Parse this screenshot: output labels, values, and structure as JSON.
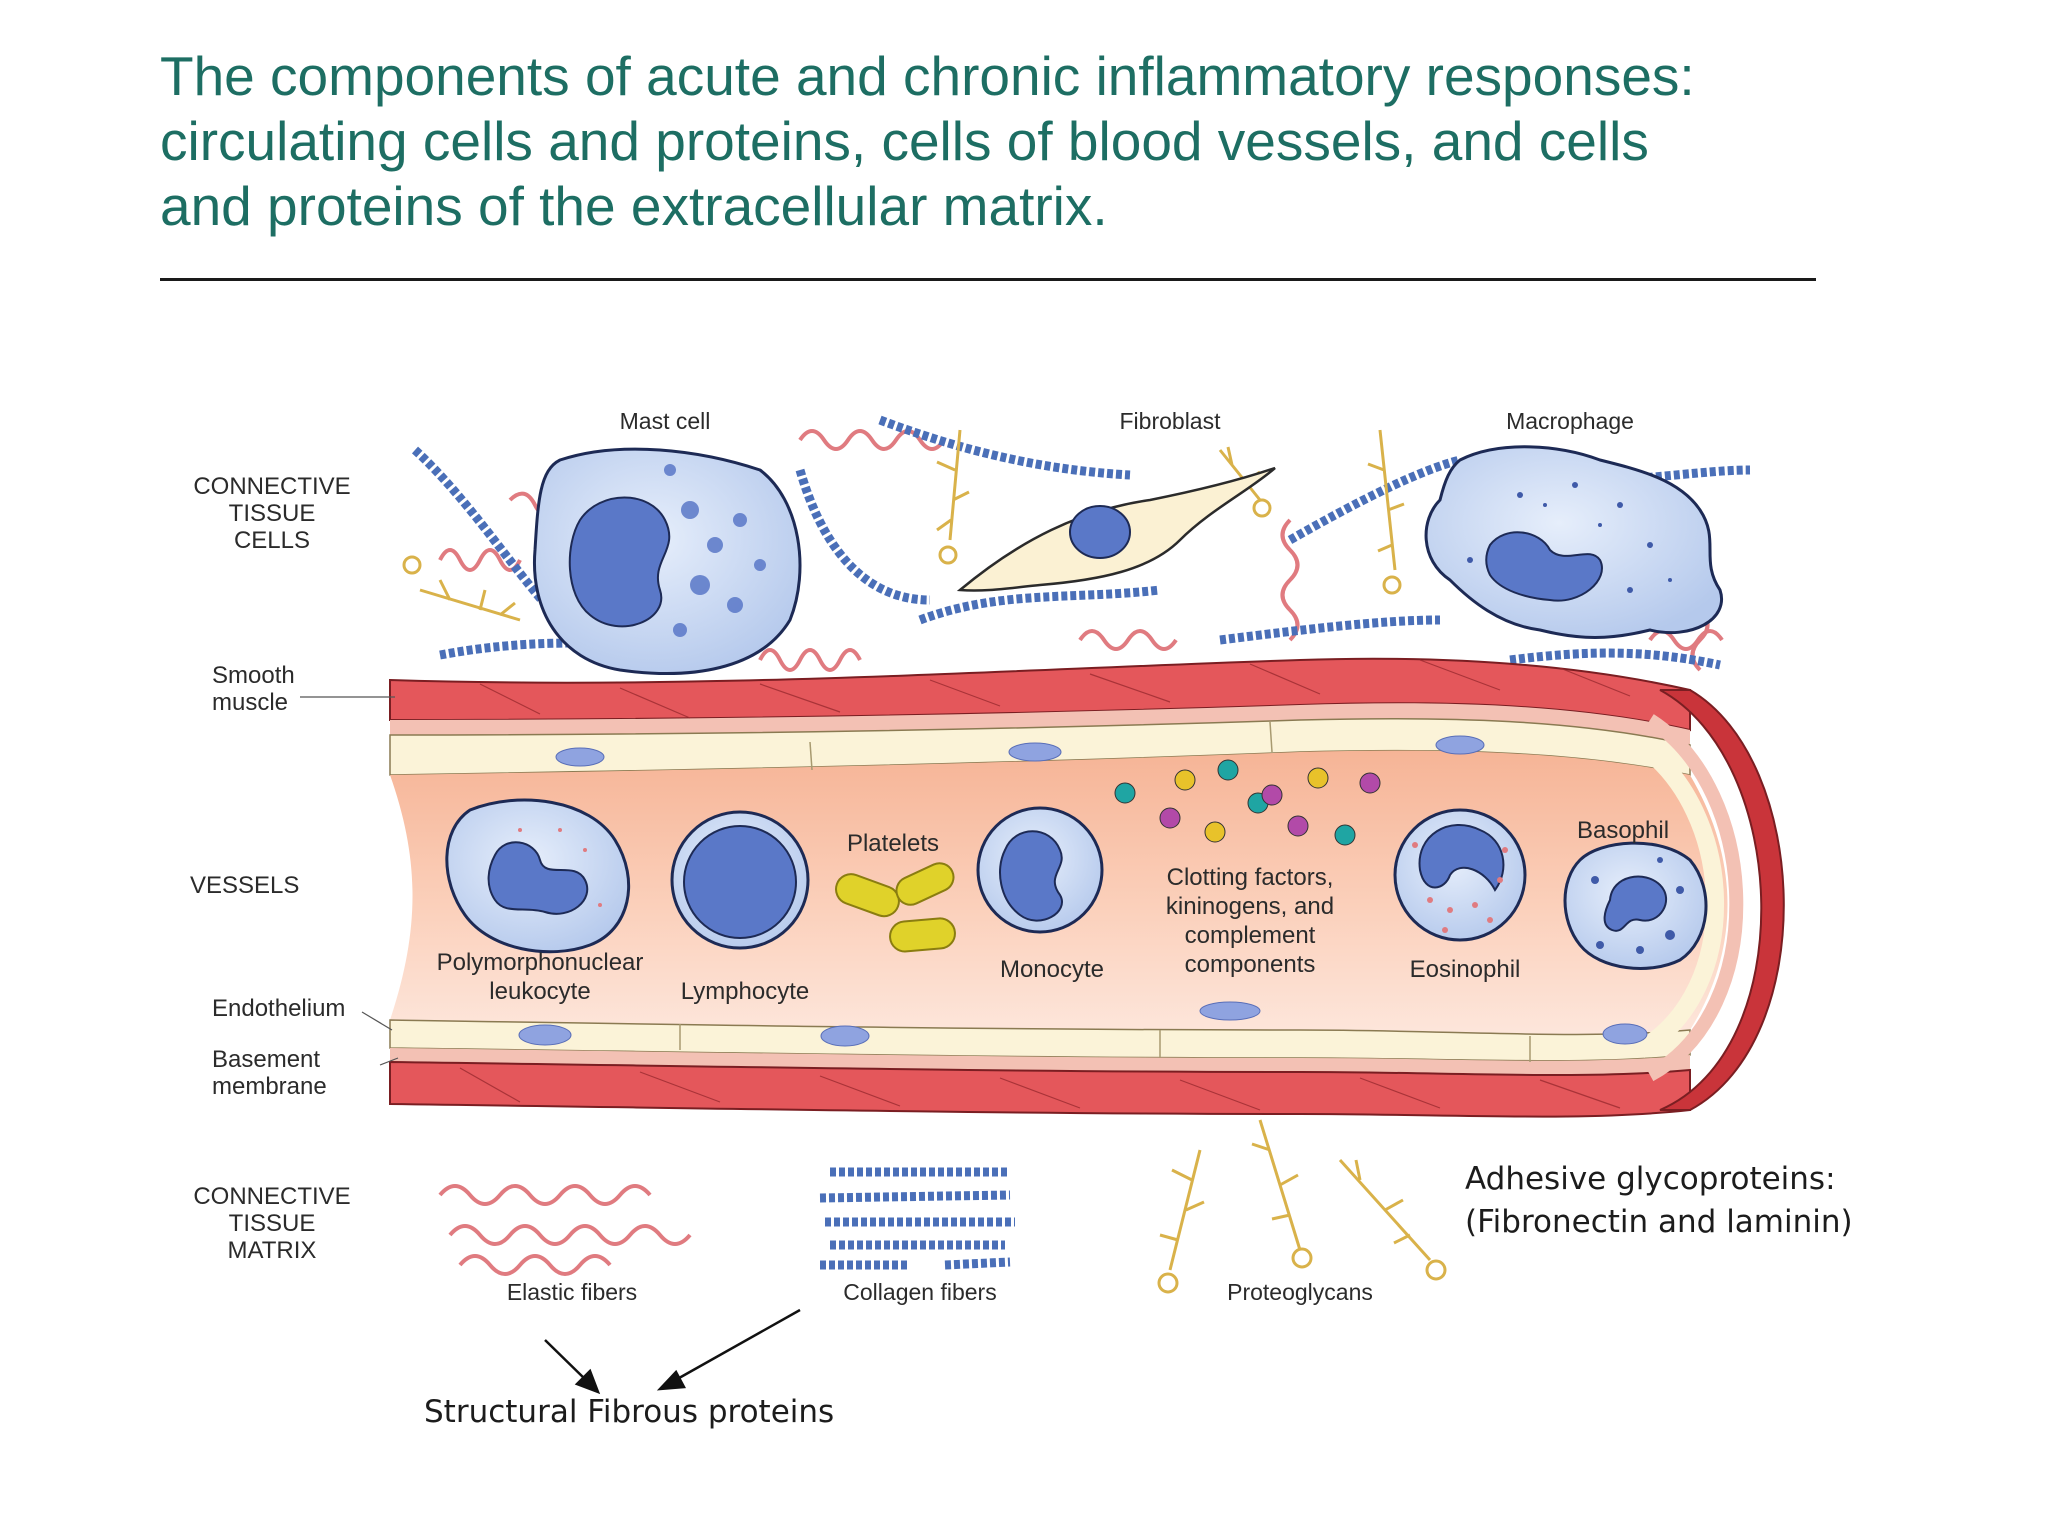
{
  "title_lines": [
    "The components of acute and chronic inflammatory responses:",
    "circulating cells and proteins, cells of blood vessels, and cells",
    "and proteins of the extracellular matrix."
  ],
  "region_labels": {
    "connective_tissue_cells": [
      "CONNECTIVE",
      "TISSUE",
      "CELLS"
    ],
    "smooth_muscle": [
      "Smooth",
      "muscle"
    ],
    "vessels": "VESSELS",
    "endothelium": "Endothelium",
    "basement_membrane": [
      "Basement",
      "membrane"
    ],
    "connective_tissue_matrix": [
      "CONNECTIVE",
      "TISSUE",
      "MATRIX"
    ]
  },
  "tissue_cell_labels": {
    "mast_cell": "Mast cell",
    "fibroblast": "Fibroblast",
    "macrophage": "Macrophage"
  },
  "vessel_labels": {
    "pmn": [
      "Polymorphonuclear",
      "leukocyte"
    ],
    "lymphocyte": "Lymphocyte",
    "platelets": "Platelets",
    "monocyte": "Monocyte",
    "clotting": [
      "Clotting factors,",
      "kininogens, and",
      "complement",
      "components"
    ],
    "eosinophil": "Eosinophil",
    "basophil": "Basophil"
  },
  "matrix_labels": {
    "elastic": "Elastic fibers",
    "collagen": "Collagen fibers",
    "proteoglycans": "Proteoglycans",
    "adhesive": [
      "Adhesive glycoproteins:",
      "(Fibronectin and laminin)"
    ],
    "structural": "Structural Fibrous proteins"
  },
  "colors": {
    "title": "#1d6e63",
    "cell_fill": "#c9d9f2",
    "nucleus": "#5a78c8",
    "wall_muscle": "#e4575b",
    "wall_inner": "#f3c1b4",
    "lumen": "#f9c9ae",
    "endothelium": "#fbf3d8",
    "platelet": "#e0d22a",
    "elastic_fiber": "#e07b80",
    "collagen_fiber": "#4a6fb8",
    "proteoglycan": "#d9b24a"
  }
}
